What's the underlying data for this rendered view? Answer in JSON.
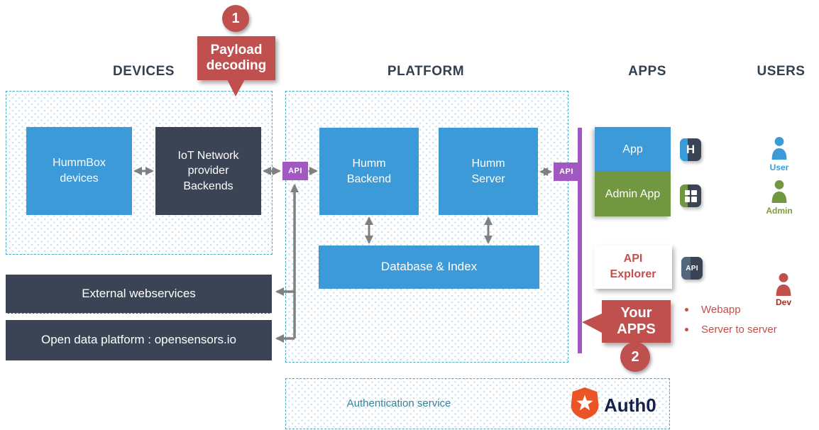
{
  "headers": {
    "devices": "DEVICES",
    "platform": "PLATFORM",
    "apps": "APPS",
    "users": "USERS"
  },
  "callout_payload": {
    "number": "1",
    "label": "Payload decoding"
  },
  "callout_your_apps": {
    "number": "2",
    "label": "Your APPS"
  },
  "devices": {
    "hummbox": "HummBox devices",
    "iot_network": "IoT Network provider Backends"
  },
  "platform": {
    "humm_backend": "Humm Backend",
    "humm_server": "Humm Server",
    "database": "Database & Index"
  },
  "integrations": {
    "external_webservices": "External webservices",
    "open_data": "Open data platform : opensensors.io"
  },
  "apps": {
    "app": "App",
    "admin_app": "Admin App",
    "api_explorer": "API Explorer",
    "h_icon_letter": "H",
    "bullets": [
      "Webapp",
      "Server to server"
    ]
  },
  "users": {
    "user": "User",
    "admin": "Admin",
    "dev": "Dev"
  },
  "badges": {
    "api": "API"
  },
  "auth": {
    "service_label": "Authentication service",
    "provider": "Auth0"
  },
  "colors": {
    "blue": "#3D9AD8",
    "navy": "#3A4454",
    "green": "#719740",
    "red": "#C0504D",
    "purple": "#A159C1",
    "teal_border": "#4BACC6",
    "auth_teal_text": "#31859C",
    "auth0_orange": "#EB5424",
    "arrow_gray": "#808080"
  }
}
